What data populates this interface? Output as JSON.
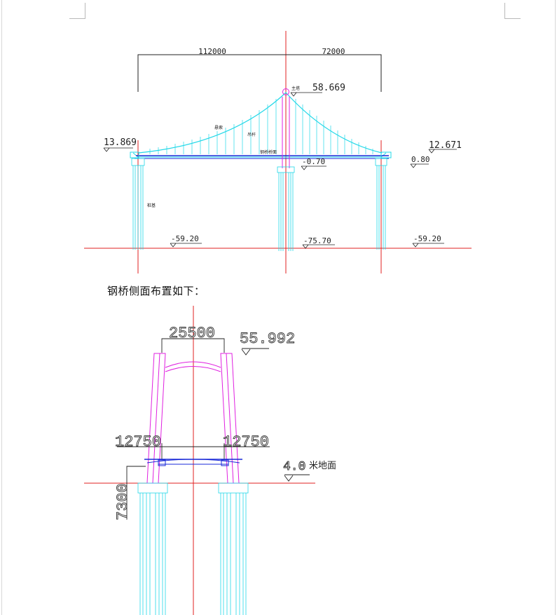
{
  "caption": "钢桥侧面布置如下：",
  "elevation": {
    "span_left": "112000",
    "span_right": "72000",
    "tower_top_label": "主塔",
    "tower_top_elev": "58.669",
    "left_deck_elev": "13.869",
    "right_deck_elev": "12.671",
    "right_small_elev": "0.80",
    "mid_deck_elev": "-0.70",
    "cable_label": "悬索",
    "hanger_label": "吊杆",
    "deck_label": "钢桥桥面",
    "pile_label": "桩基",
    "pile_left_elev": "-59.20",
    "pile_mid_elev": "-75.70",
    "pile_right_elev": "-59.20"
  },
  "side": {
    "top_width": "25500",
    "top_elev": "55.992",
    "left_dim": "12750",
    "right_dim": "12750",
    "ground_elev": "4.0",
    "ground_label": "米地面",
    "vertical_dim": "7300"
  },
  "colors": {
    "red": "#e02020",
    "cyan": "#22d8e8",
    "magenta": "#e020e0",
    "blue": "#1a2ad8",
    "dark": "#222222"
  }
}
